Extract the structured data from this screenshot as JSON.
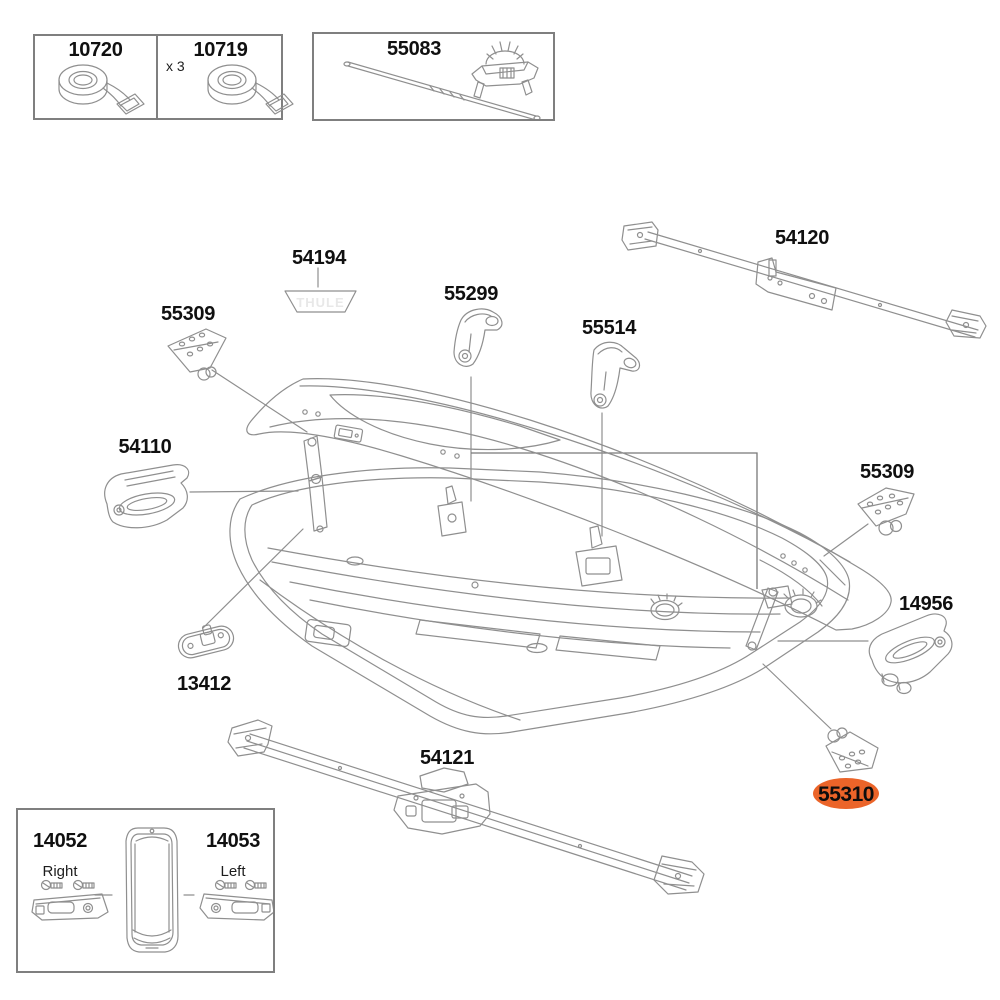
{
  "colors": {
    "highlight_fill": "#EB6429",
    "line_art": "#8F8F8F",
    "leader": "#787878",
    "label_text": "#101010"
  },
  "logo": {
    "brand": "THULE"
  },
  "kits": {
    "straps": {
      "part_a": "10720",
      "part_b": "10719",
      "qty_b": "x 3"
    },
    "rod": {
      "part": "55083"
    },
    "caps": {
      "part_right": "14052",
      "side_right": "Right",
      "part_left": "14053",
      "side_left": "Left"
    }
  },
  "callouts": {
    "decal": "54194",
    "bracket_front_left": "55309",
    "lid_lifter_front": "55299",
    "lid_lifter_rear": "55514",
    "rear_bar": "54120",
    "tensioner_left": "54110",
    "latch_plate": "13412",
    "bracket_rear_right": "55309",
    "tensioner_right": "14956",
    "front_bar": "54121",
    "highlighted_bracket": "55310"
  }
}
